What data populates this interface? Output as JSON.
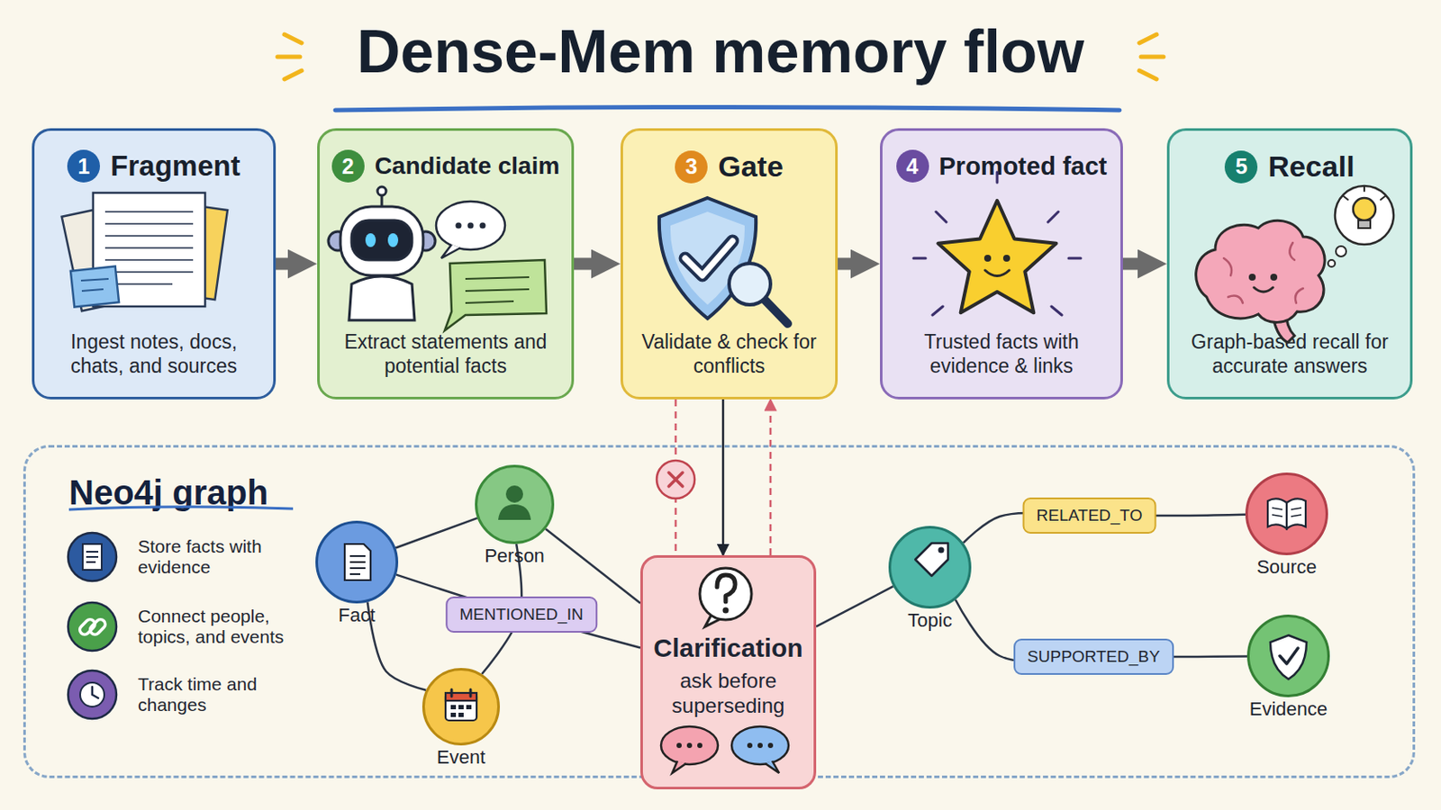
{
  "diagram": {
    "title": "Dense-Mem memory flow",
    "nodes": [
      {
        "text": [
          "1",
          "Fragment",
          "Ingest notes, docs, chats, and sources"
        ]
      },
      {
        "text": [
          "2",
          "Candidate claim",
          "Extract statements and potential facts"
        ]
      },
      {
        "text": [
          "3",
          "Gate",
          "Validate & check for conflicts"
        ]
      },
      {
        "text": [
          "4",
          "Promoted fact",
          "Trusted facts with evidence & links"
        ]
      },
      {
        "text": [
          "5",
          "Recall",
          "Graph-based recall for accurate answers"
        ]
      },
      {
        "text": [
          "Neo4j graph"
        ]
      },
      {
        "text": [
          "Fact"
        ],
        "in": 5
      },
      {
        "text": [
          "Person"
        ],
        "in": 5
      },
      {
        "text": [
          "Event"
        ],
        "in": 5
      },
      {
        "text": [
          "Clarification",
          "ask before superseding"
        ],
        "in": 5
      },
      {
        "text": [
          "Topic"
        ],
        "in": 5
      },
      {
        "text": [
          "Source"
        ],
        "in": 5
      },
      {
        "text": [
          "Evidence"
        ],
        "in": 5
      }
    ],
    "edges": [
      {
        "from": 0,
        "to": 1,
        "arrow": "to"
      },
      {
        "from": 1,
        "to": 2,
        "arrow": "to"
      },
      {
        "from": 2,
        "to": 3,
        "arrow": "to"
      },
      {
        "from": 3,
        "to": 4,
        "arrow": "to"
      },
      {
        "from": 2,
        "to": 9,
        "arrow": "to"
      },
      {
        "from": 2,
        "to": 9,
        "arrow": "none"
      },
      {
        "from": 9,
        "to": 2,
        "arrow": "to"
      },
      {
        "from": 6,
        "to": 7,
        "arrow": "none"
      },
      {
        "from": 6,
        "to": 9,
        "label": "MENTIONED_IN",
        "arrow": "none"
      },
      {
        "from": 7,
        "to": 8,
        "arrow": "none"
      },
      {
        "from": 6,
        "to": 8,
        "arrow": "none"
      },
      {
        "from": 7,
        "to": 9,
        "arrow": "none"
      },
      {
        "from": 9,
        "to": 10,
        "arrow": "none"
      },
      {
        "from": 10,
        "to": 11,
        "label": "RELATED_TO",
        "arrow": "none"
      },
      {
        "from": 10,
        "to": 12,
        "label": "SUPPORTED_BY",
        "arrow": "none"
      }
    ],
    "legend": [
      {
        "text": "Store facts with evidence"
      },
      {
        "text": "Connect people, topics, and events"
      },
      {
        "text": "Track time and changes"
      }
    ]
  }
}
